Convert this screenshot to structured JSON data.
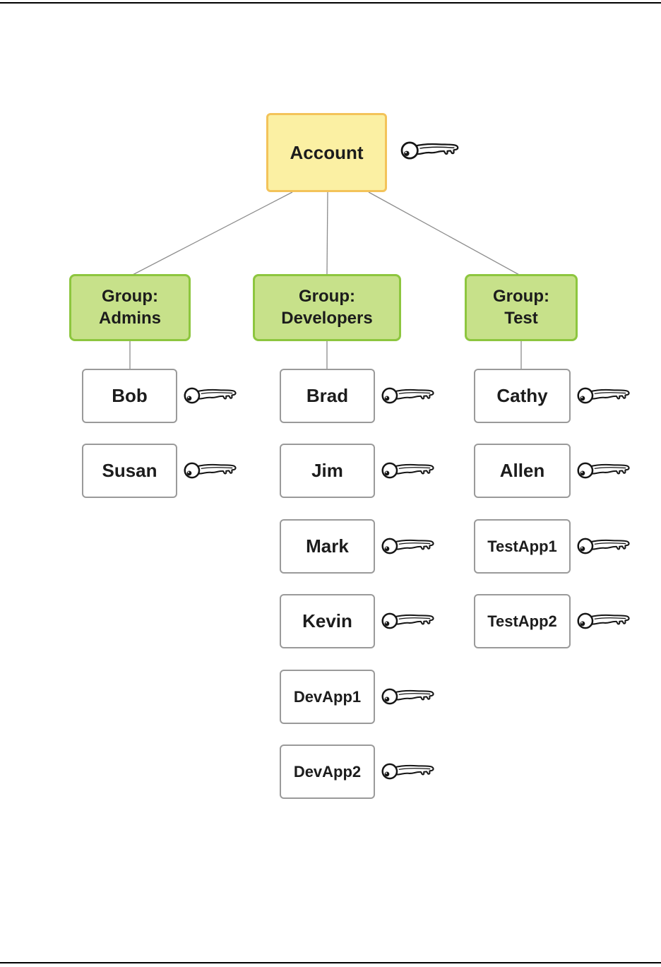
{
  "colors": {
    "account_fill": "#FBF0A3",
    "account_border": "#F3C35A",
    "group_fill": "#C7E18A",
    "group_border": "#8DC63F",
    "user_fill": "#FFFFFF",
    "user_border": "#9A9A9A",
    "connector": "#8C8C8C",
    "page_rule": "#000000"
  },
  "account": {
    "label": "Account",
    "icon": "key-icon"
  },
  "groups": [
    {
      "label": "Group:\nAdmins",
      "members": [
        {
          "name": "Bob",
          "icon": "key-icon"
        },
        {
          "name": "Susan",
          "icon": "key-icon"
        }
      ]
    },
    {
      "label": "Group:\nDevelopers",
      "members": [
        {
          "name": "Brad",
          "icon": "key-icon"
        },
        {
          "name": "Jim",
          "icon": "key-icon"
        },
        {
          "name": "Mark",
          "icon": "key-icon"
        },
        {
          "name": "Kevin",
          "icon": "key-icon"
        },
        {
          "name": "DevApp1",
          "icon": "key-icon"
        },
        {
          "name": "DevApp2",
          "icon": "key-icon"
        }
      ]
    },
    {
      "label": "Group:\nTest",
      "members": [
        {
          "name": "Cathy",
          "icon": "key-icon"
        },
        {
          "name": "Allen",
          "icon": "key-icon"
        },
        {
          "name": "TestApp1",
          "icon": "key-icon"
        },
        {
          "name": "TestApp2",
          "icon": "key-icon"
        }
      ]
    }
  ]
}
